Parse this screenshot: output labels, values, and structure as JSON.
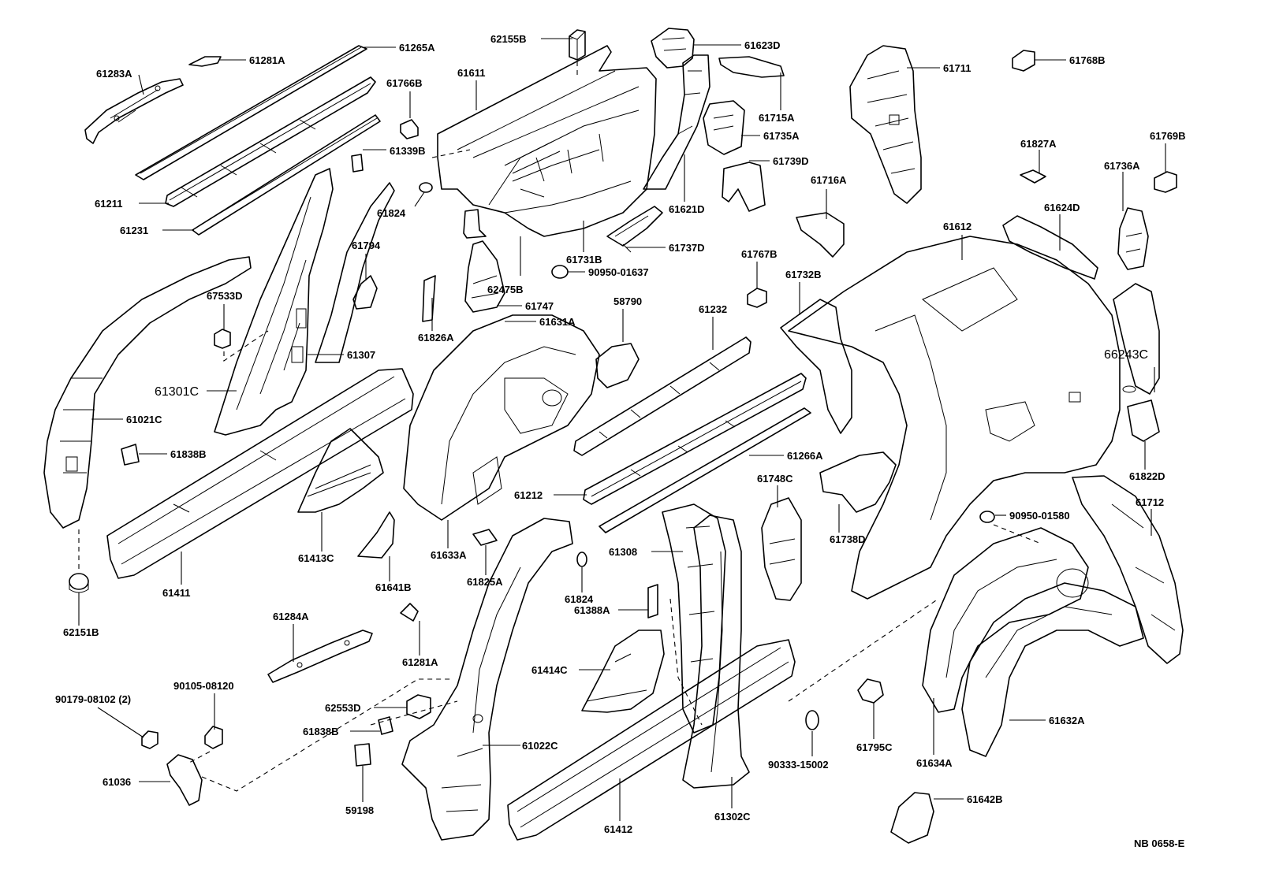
{
  "diagram": {
    "labels": {
      "p61283A": "61283A",
      "p61281A_top": "61281A",
      "p61265A": "61265A",
      "p61211": "61211",
      "p61231": "61231",
      "p62155B": "62155B",
      "p61611": "61611",
      "p61766B": "61766B",
      "p61339B": "61339B",
      "p61824_top": "61824",
      "p61623D": "61623D",
      "p61715A": "61715A",
      "p61735A": "61735A",
      "p61739D": "61739D",
      "p61621D": "61621D",
      "p61711": "61711",
      "p61768B": "61768B",
      "p61827A": "61827A",
      "p61769B": "61769B",
      "p61736A": "61736A",
      "p61716A": "61716A",
      "p61737D": "61737D",
      "p61731B": "61731B",
      "p90950_01637": "90950-01637",
      "p62475B": "62475B",
      "p61747": "61747",
      "p61631A": "61631A",
      "p61794": "61794",
      "p67533D": "67533D",
      "p61307": "61307",
      "p61301C": "61301C",
      "p61021C": "61021C",
      "p61838B_left": "61838B",
      "p61826A": "61826A",
      "p58790": "58790",
      "p61232": "61232",
      "p61767B": "61767B",
      "p61732B": "61732B",
      "p61612": "61612",
      "p61624D": "61624D",
      "p66243C": "66243C",
      "p61822D": "61822D",
      "p61266A": "61266A",
      "p61212": "61212",
      "p61748C": "61748C",
      "p61738D": "61738D",
      "p90950_01580": "90950-01580",
      "p61712": "61712",
      "p61411": "61411",
      "p61413C": "61413C",
      "p61641B": "61641B",
      "p61633A": "61633A",
      "p61825A": "61825A",
      "p61824_mid": "61824",
      "p61308": "61308",
      "p61388A": "61388A",
      "p62151B": "62151B",
      "p61284A": "61284A",
      "p61281A_bottom": "61281A",
      "p61414C": "61414C",
      "p90179_08102": "90179-08102 (2)",
      "p90105_08120": "90105-08120",
      "p62553D": "62553D",
      "p61838B_bottom": "61838B",
      "p61022C": "61022C",
      "p61036": "61036",
      "p59198": "59198",
      "p61412": "61412",
      "p61302C": "61302C",
      "p90333_15002": "90333-15002",
      "p61795C": "61795C",
      "p61634A": "61634A",
      "p61632A": "61632A",
      "p61642B": "61642B",
      "figure_code": "NB  0658-E"
    }
  }
}
